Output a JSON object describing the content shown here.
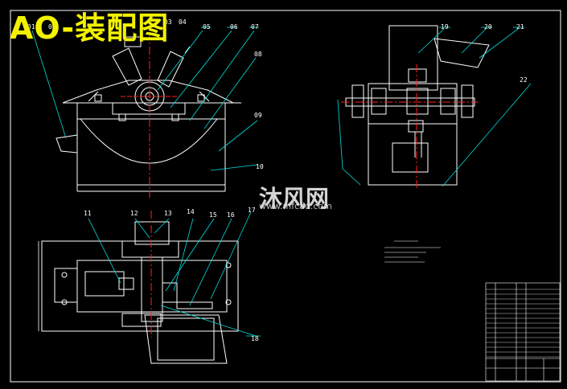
{
  "title": "AO-装配图",
  "watermark": {
    "brand": "沐风网",
    "url": "www.mfcad.com"
  },
  "part_labels": [
    "01",
    "02",
    "03",
    "04",
    "05",
    "06",
    "07",
    "08",
    "09",
    "10",
    "11",
    "12",
    "13",
    "14",
    "15",
    "16",
    "17",
    "18",
    "19",
    "20",
    "21",
    "22"
  ],
  "colors": {
    "background": "#000000",
    "line": "#ffffff",
    "leader": "#00e0e0",
    "center": "#ff2020",
    "title": "#f2f200"
  }
}
